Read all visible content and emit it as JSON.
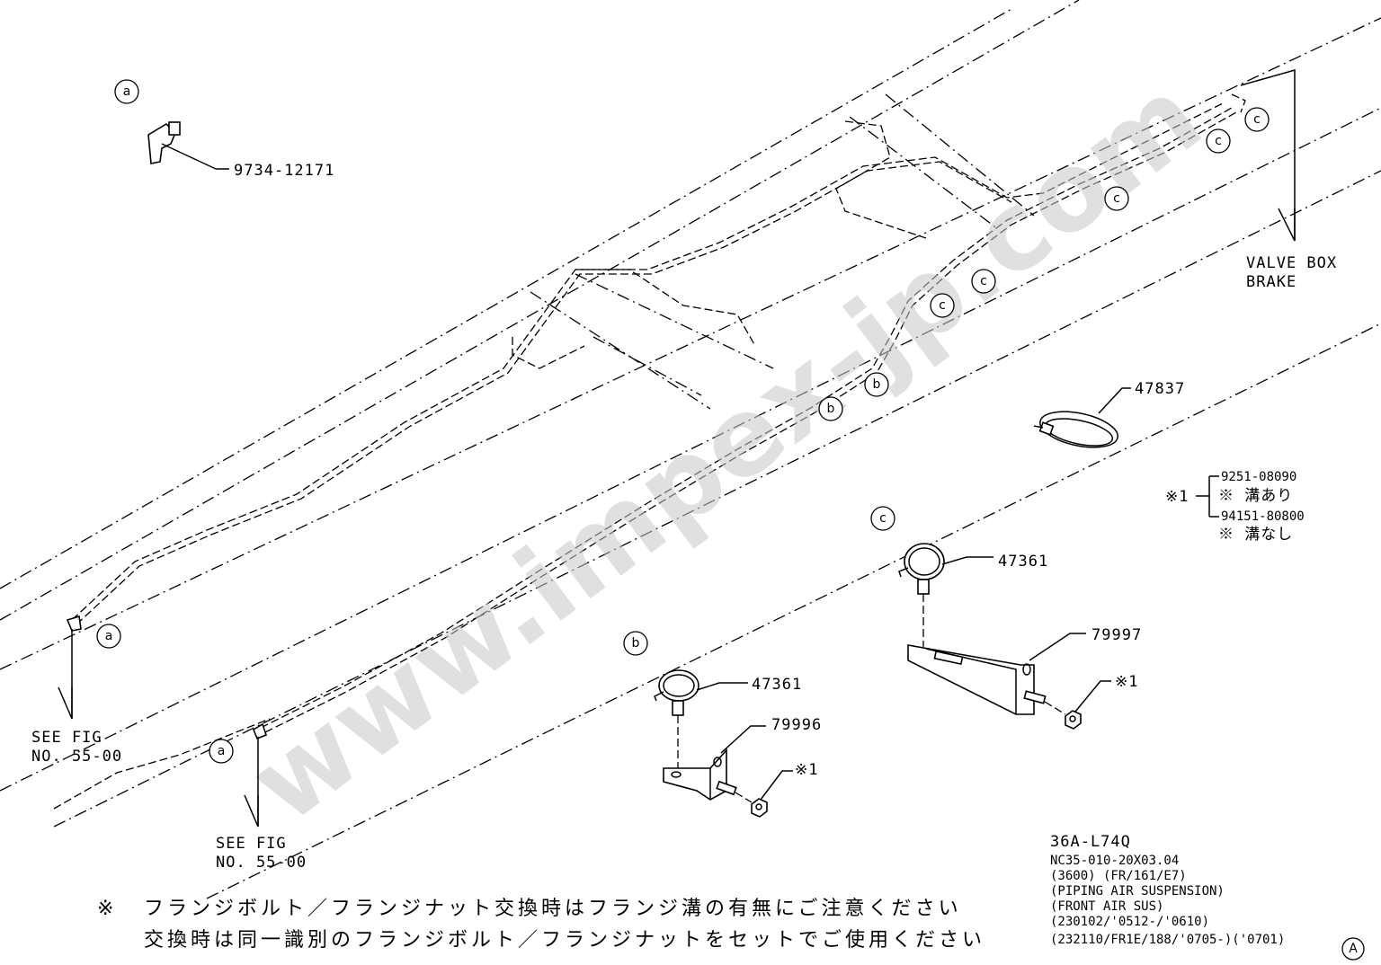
{
  "callouts": {
    "a": "a",
    "b": "b",
    "c": "c",
    "A": "A"
  },
  "parts": {
    "elbow_fitting": "9734-12171",
    "cable_tie": "47837",
    "clip_b": "47361",
    "clip_c": "47361",
    "bracket_b": "79996",
    "bracket_c": "79997",
    "nut_ref_b": "※1",
    "nut_ref_c": "※1"
  },
  "references": {
    "valve_box_line1": "VALVE BOX",
    "valve_box_line2": "BRAKE",
    "see_fig_left_line1": "SEE FIG",
    "see_fig_left_line2": "NO. 55-00",
    "see_fig_mid_line1": "SEE FIG",
    "see_fig_mid_line2": "NO. 55-00"
  },
  "bolt_legend": {
    "ref": "※1",
    "option1_part": "9251-08090",
    "option1_note": "※ 溝あり",
    "option2_part": "94151-80800",
    "option2_note": "※ 溝なし"
  },
  "footer_note": {
    "mark": "※",
    "line1": "フランジボルト／フランジナット交換時はフランジ溝の有無にご注意ください",
    "line2": "交換時は同一識別のフランジボルト／フランジナットをセットでご使用ください"
  },
  "title_block": {
    "code": "36A-L74Q",
    "line1": "NC35-010-20X03.04",
    "line2": "(3600) (FR/161/E7)",
    "line3": "(PIPING AIR SUSPENSION)",
    "line4": "(FRONT AIR SUS)",
    "line5": "(230102/'0512-/'0610)",
    "line6": "(232110/FR1E/188/'0705-)('0701)"
  },
  "watermark": "www.impex-jp.com"
}
